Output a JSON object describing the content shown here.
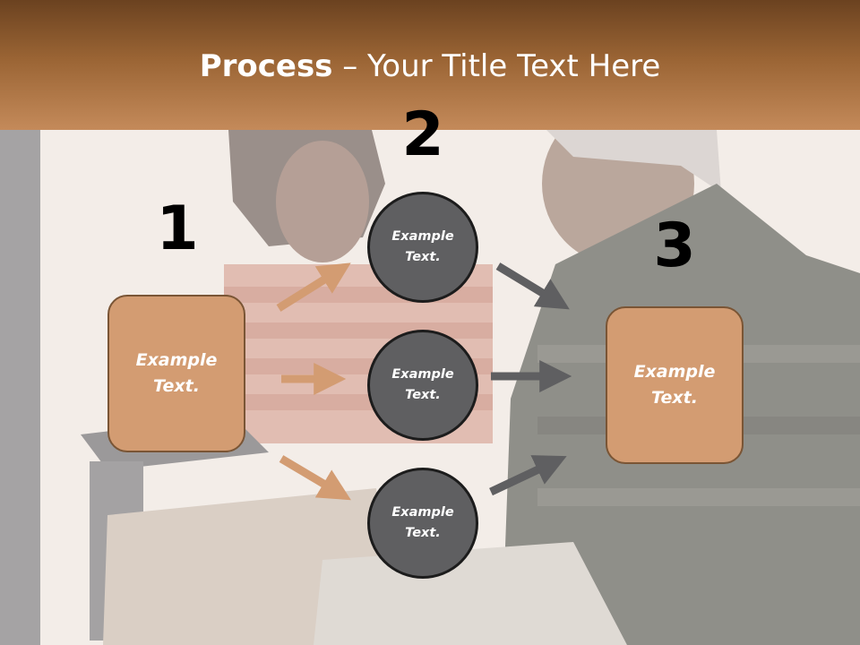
{
  "title": {
    "bold": "Process",
    "rest": " – Your Title Text Here"
  },
  "steps": {
    "one": "1",
    "two": "2",
    "three": "3"
  },
  "left_box": {
    "text": "Example Text."
  },
  "circles": [
    {
      "text": "Example Text."
    },
    {
      "text": "Example Text."
    },
    {
      "text": "Example Text."
    }
  ],
  "right_box": {
    "text": "Example Text."
  },
  "colors": {
    "header": "#9a6434",
    "box_fill": "#d39c72",
    "box_border": "#7a5535",
    "circle_fill": "#5f5f61",
    "arrow_orange": "#d39c72",
    "arrow_gray": "#5f5f61"
  }
}
